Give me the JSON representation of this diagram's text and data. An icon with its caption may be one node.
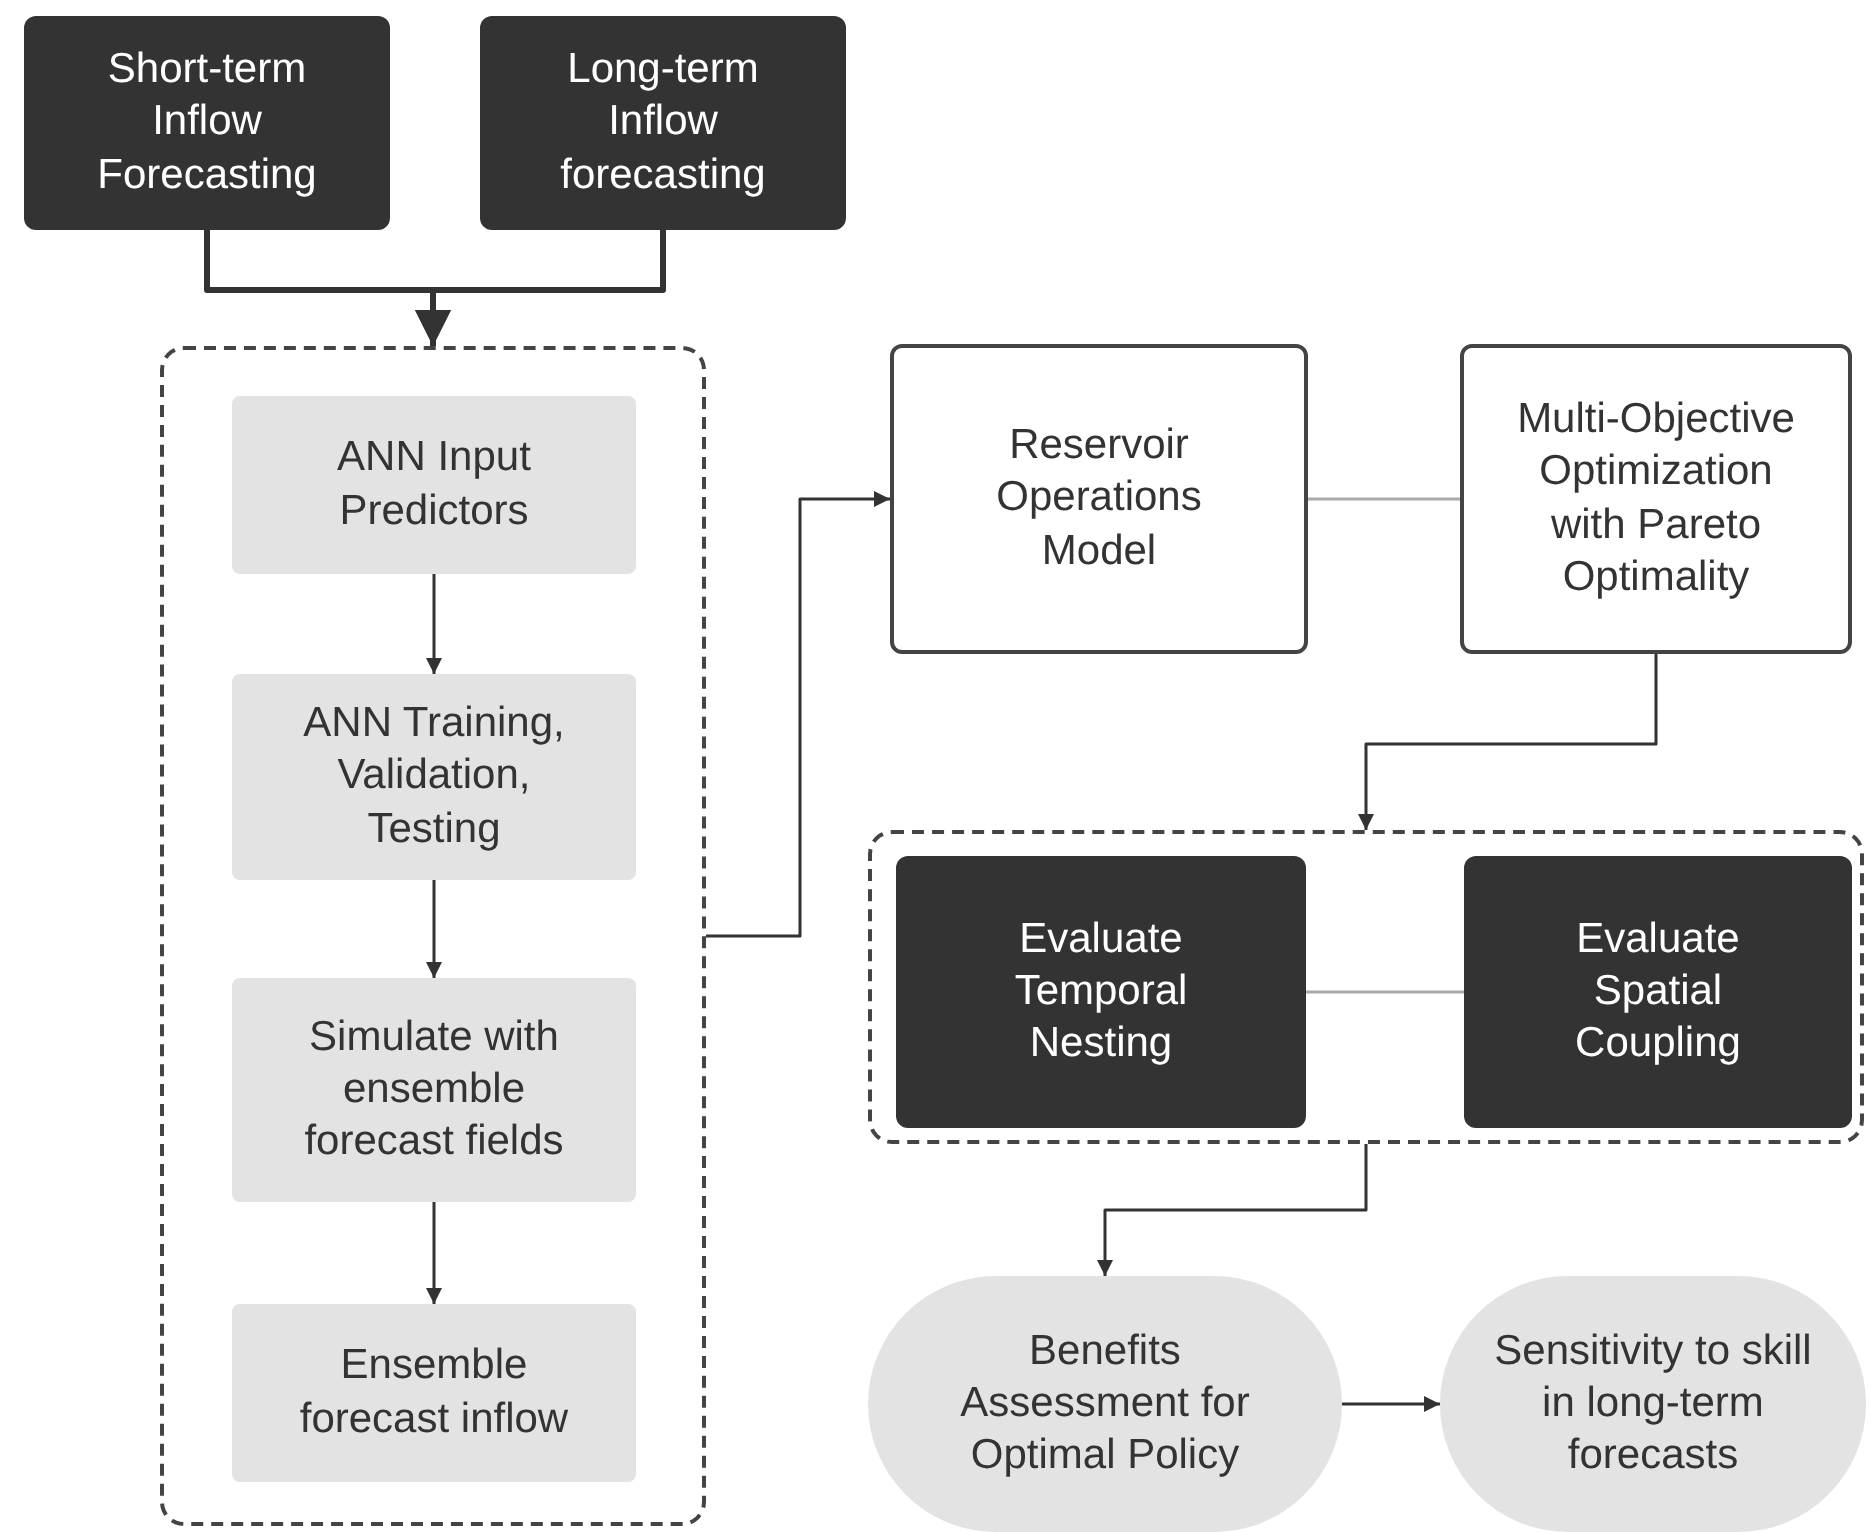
{
  "diagram": {
    "nodes": [
      {
        "text": [
          "Short-term Inflow Forecasting"
        ]
      },
      {
        "text": [
          "Long-term Inflow forecasting"
        ]
      },
      {
        "text": [],
        "shape": "box"
      },
      {
        "text": [
          "ANN Input Predictors"
        ],
        "in": 2
      },
      {
        "text": [
          "ANN Training, Validation, Testing"
        ],
        "in": 2
      },
      {
        "text": [
          "Simulate with ensemble forecast fields"
        ],
        "in": 2
      },
      {
        "text": [
          "Ensemble forecast inflow"
        ],
        "in": 2
      },
      {
        "text": [
          "Reservoir Operations Model"
        ]
      },
      {
        "text": [
          "Multi-Objective Optimization with Pareto Optimality"
        ]
      },
      {
        "text": [],
        "shape": "box"
      },
      {
        "text": [
          "Evaluate Temporal Nesting"
        ],
        "in": 9
      },
      {
        "text": [
          "Evaluate Spatial Coupling"
        ],
        "in": 9
      },
      {
        "text": [
          "Benefits Assessment for Optimal Policy"
        ]
      },
      {
        "text": [
          "Sensitivity to skill in long-term forecasts"
        ]
      }
    ],
    "edges": [
      {
        "from": 0,
        "to": 2,
        "arrow": "to",
        "style": "thick"
      },
      {
        "from": 1,
        "to": 2,
        "arrow": "to",
        "style": "thick"
      },
      {
        "from": 3,
        "to": 4,
        "arrow": "to"
      },
      {
        "from": 4,
        "to": 5,
        "arrow": "to"
      },
      {
        "from": 5,
        "to": 6,
        "arrow": "to"
      },
      {
        "from": 2,
        "to": 7,
        "arrow": "to"
      },
      {
        "from": 7,
        "to": 8,
        "arrow": "none",
        "color": "#aaaaaa"
      },
      {
        "from": 8,
        "to": 9,
        "arrow": "to"
      },
      {
        "from": 10,
        "to": 11,
        "arrow": "none",
        "color": "#aaaaaa"
      },
      {
        "from": 9,
        "to": 12,
        "arrow": "to"
      },
      {
        "from": 12,
        "to": 13,
        "arrow": "to"
      }
    ]
  }
}
